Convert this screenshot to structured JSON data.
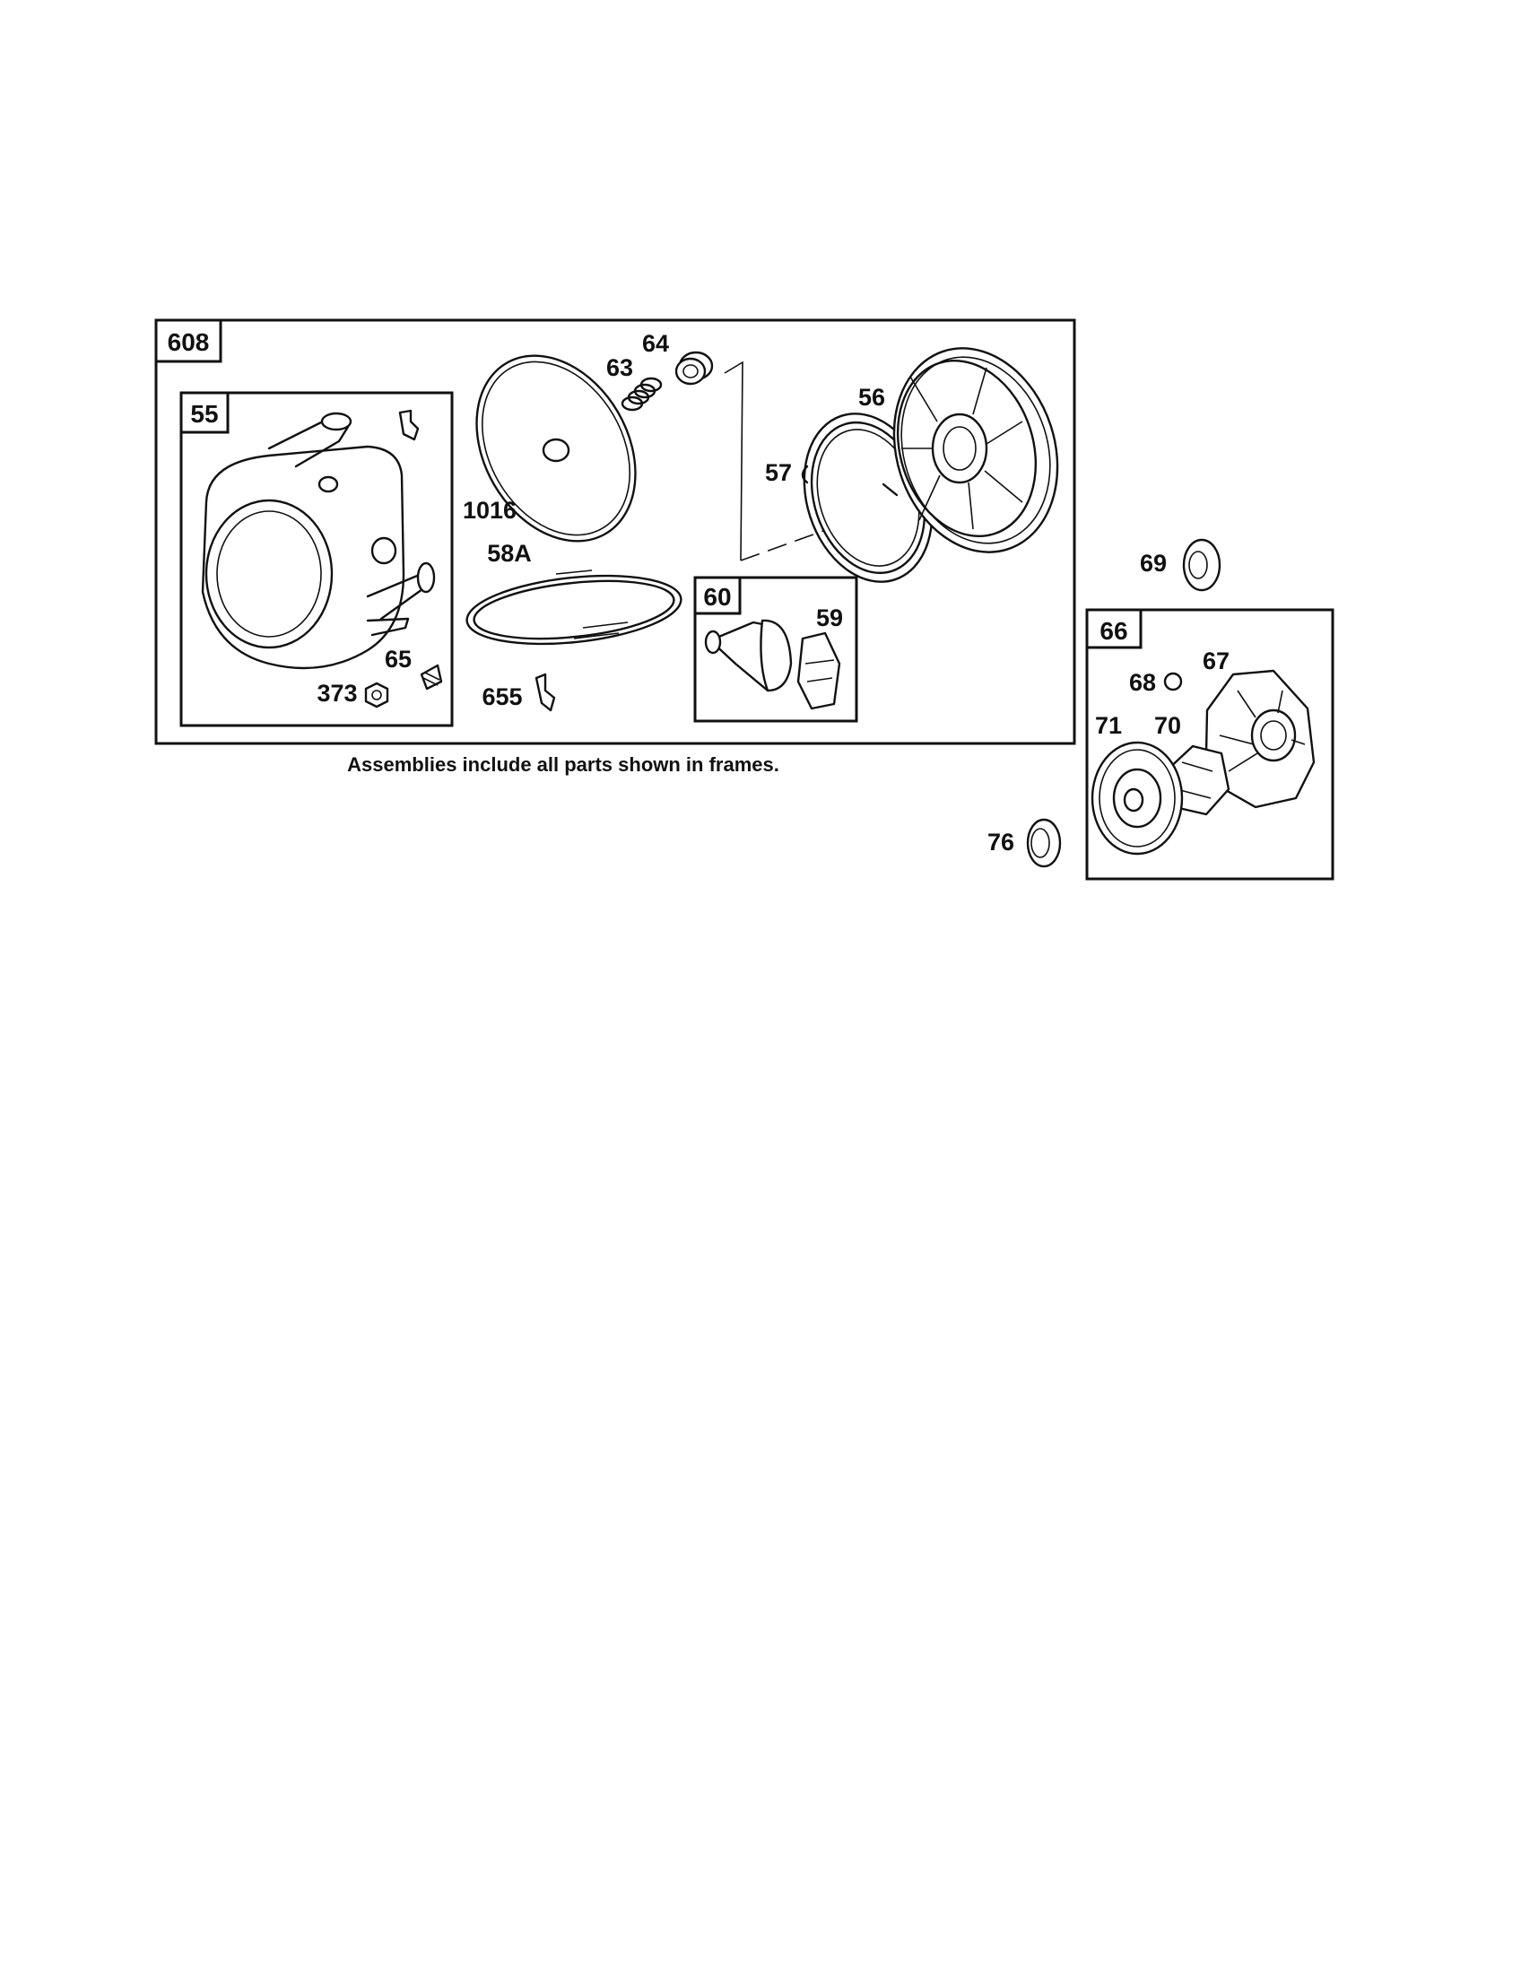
{
  "assemblies": [
    {
      "id": "608",
      "label": "608"
    },
    {
      "id": "55",
      "label": "55"
    },
    {
      "id": "60",
      "label": "60"
    },
    {
      "id": "66",
      "label": "66"
    }
  ],
  "parts": {
    "p63": "63",
    "p64": "64",
    "p56": "56",
    "p57": "57",
    "p1016": "1016",
    "p58A": "58A",
    "p655": "655",
    "p65": "65",
    "p373": "373",
    "p59": "59",
    "p69": "69",
    "p67": "67",
    "p68": "68",
    "p71": "71",
    "p70": "70",
    "p76": "76"
  },
  "note": "Assemblies include all parts shown in frames."
}
